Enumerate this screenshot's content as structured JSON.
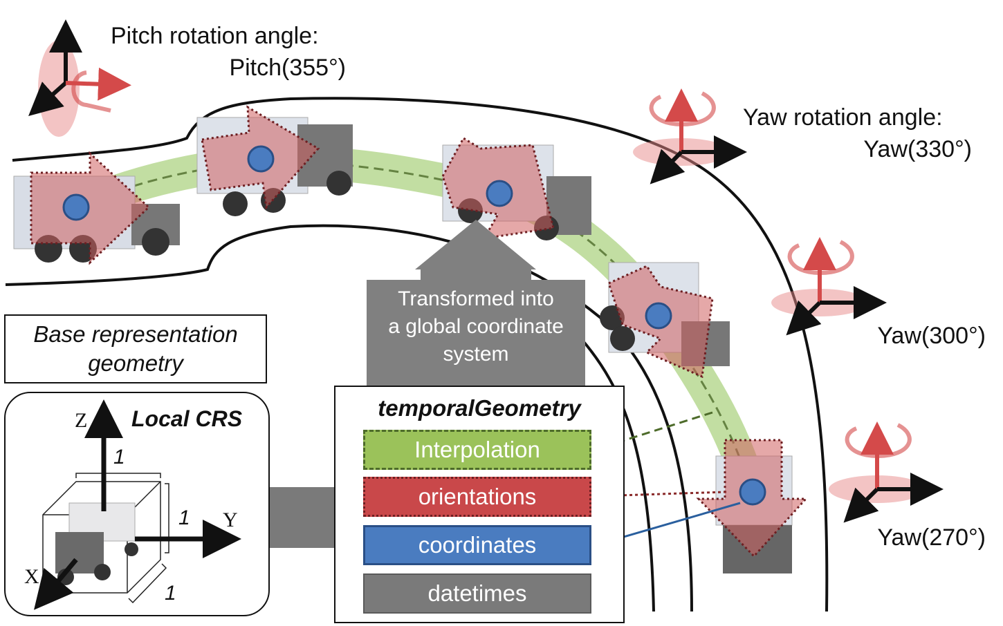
{
  "pitch": {
    "title": "Pitch rotation angle:",
    "value": "Pitch(355°)"
  },
  "yaw_labels": [
    {
      "title": "Yaw rotation angle:",
      "value": "Yaw(330°)"
    },
    {
      "value": "Yaw(300°)"
    },
    {
      "value": "Yaw(270°)"
    }
  ],
  "transform_arrow": {
    "text_line1": "Transformed into",
    "text_line2": "a global coordinate",
    "text_line3": "system"
  },
  "base_representation": {
    "line1": "Base representation",
    "line2": "geometry"
  },
  "local_crs": {
    "title": "Local CRS",
    "axis_z": "Z",
    "axis_y": "Y",
    "axis_x": "X",
    "unit_top": "1",
    "unit_right": "1",
    "unit_bottom": "1"
  },
  "temporal_geometry": {
    "title": "temporalGeometry",
    "layers": [
      {
        "label": "Interpolation",
        "color": "#9bc25a"
      },
      {
        "label": "orientations",
        "color": "#c9484a"
      },
      {
        "label": "coordinates",
        "color": "#4a7cc0"
      },
      {
        "label": "datetimes",
        "color": "#7a7a7a"
      }
    ]
  },
  "colors": {
    "pitch_arrow": "#d44a4a",
    "path_green": "#a8d07a",
    "orientation_red": "#d06060",
    "coordinate_blue": "#4a7cc0",
    "transform_gray": "#808080"
  }
}
